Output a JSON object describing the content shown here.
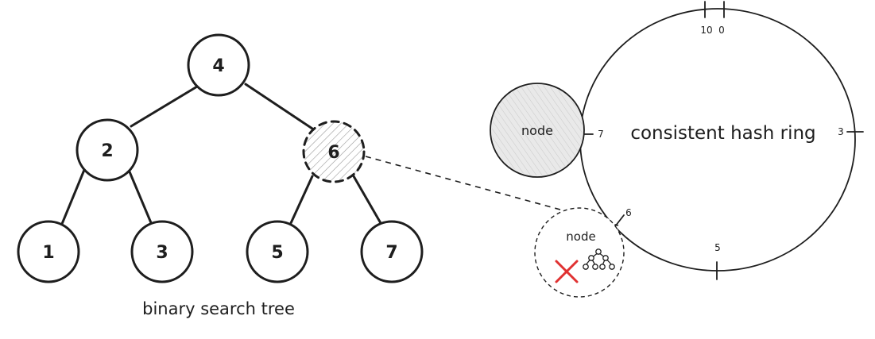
{
  "tree": {
    "caption": "binary search tree",
    "nodes": {
      "n4": "4",
      "n2": "2",
      "n6": "6",
      "n1": "1",
      "n3": "3",
      "n5": "5",
      "n7": "7"
    }
  },
  "ring": {
    "label": "consistent hash ring",
    "ticks": {
      "t10": "10",
      "t0": "0",
      "t3": "3",
      "t5": "5",
      "t6": "6",
      "t7": "7"
    },
    "node_left_label": "node",
    "node_failed_label": "node"
  },
  "colors": {
    "stroke": "#1e1e1e",
    "hatch": "#9a9a9a",
    "node_fill": "#e9e9e9",
    "failed_mark": "#e03131"
  }
}
